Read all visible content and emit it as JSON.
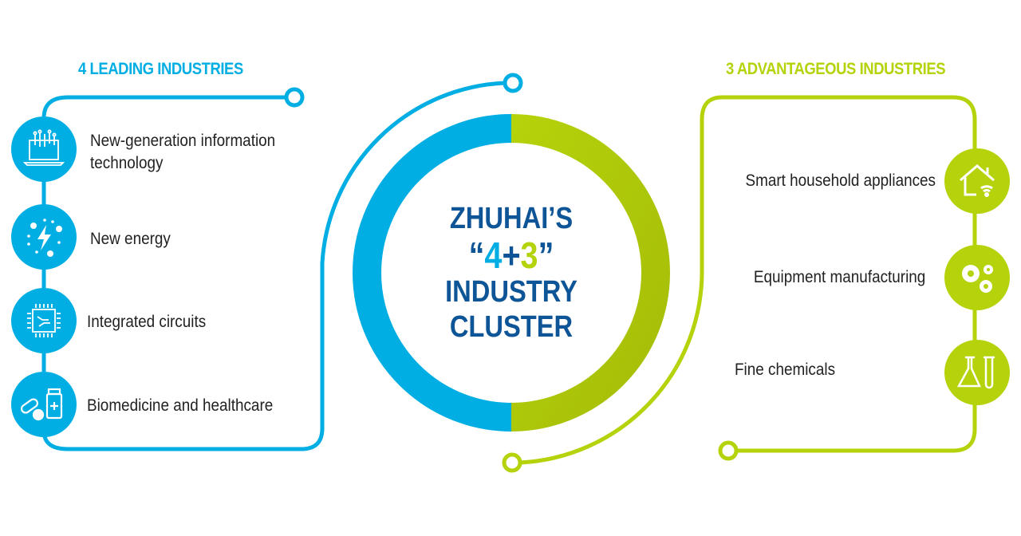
{
  "left": {
    "title": "4 LEADING INDUSTRIES",
    "color": "#00aee3",
    "items": [
      {
        "label": "New-generation information technology",
        "line1": "New-generation information",
        "line2": "technology",
        "icon": "laptop-circuit-icon"
      },
      {
        "label": "New energy",
        "icon": "lightning-icon"
      },
      {
        "label": "Integrated circuits",
        "icon": "chip-icon"
      },
      {
        "label": "Biomedicine and healthcare",
        "icon": "medicine-icon"
      }
    ]
  },
  "right": {
    "title": "3 ADVANTAGEOUS INDUSTRIES",
    "color": "#b5d20a",
    "items": [
      {
        "label": "Smart household appliances",
        "icon": "smart-home-icon"
      },
      {
        "label": "Equipment manufacturing",
        "icon": "gears-icon"
      },
      {
        "label": "Fine chemicals",
        "icon": "lab-flask-icon"
      }
    ]
  },
  "center": {
    "line1": "ZHUHAI’S",
    "quote_open": "“",
    "four": "4",
    "plus": "+",
    "three": "3",
    "quote_close": "”",
    "line3": "INDUSTRY",
    "line4": "CLUSTER",
    "text_color": "#0d5596"
  }
}
